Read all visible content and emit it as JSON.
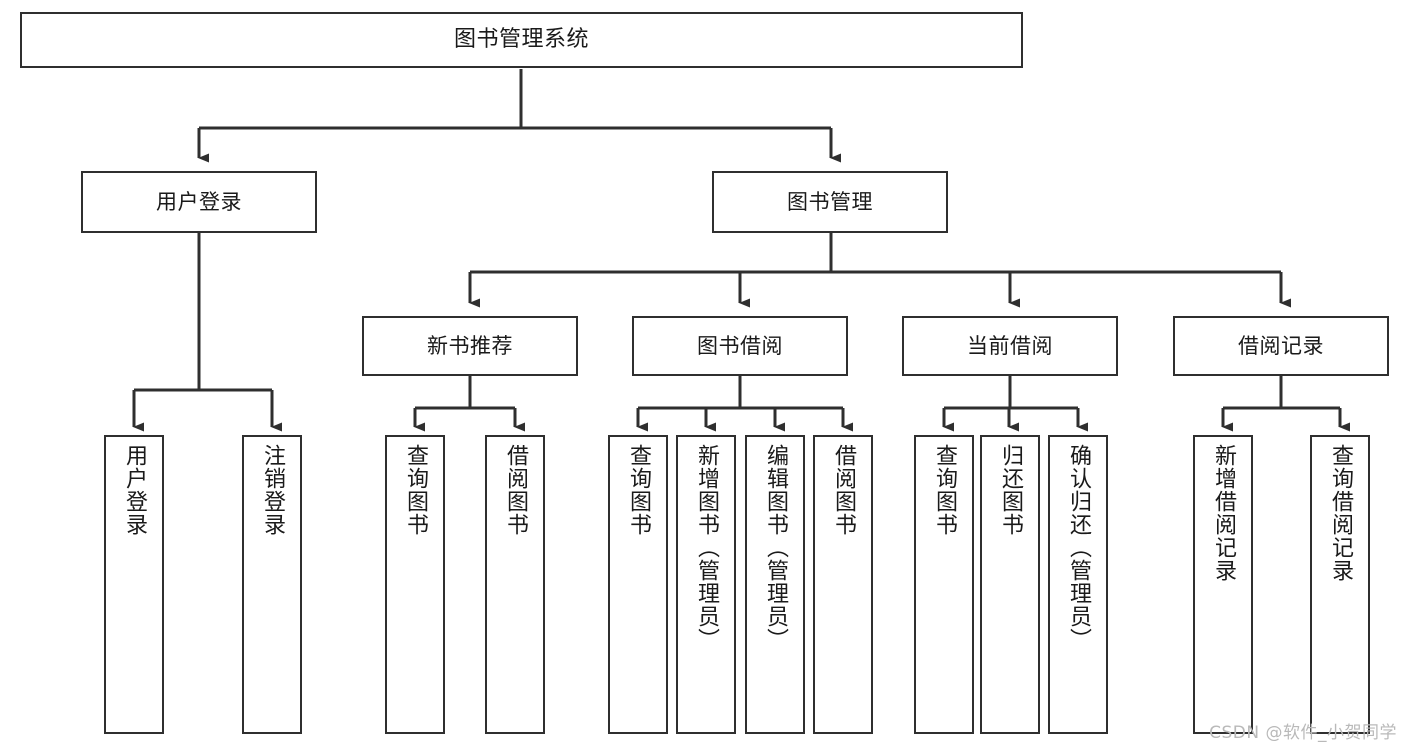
{
  "diagram": {
    "title": "图书管理系统",
    "watermark": "CSDN @软件_小贺同学",
    "colors": {
      "stroke": "#2f2f2f",
      "fill": "#ffffff",
      "text": "#1a1a1a",
      "watermark": "#b9b9b9"
    },
    "root": {
      "label": "图书管理系统"
    },
    "level2": [
      {
        "label": "用户登录"
      },
      {
        "label": "图书管理"
      }
    ],
    "level3": [
      {
        "label": "新书推荐"
      },
      {
        "label": "图书借阅"
      },
      {
        "label": "当前借阅"
      },
      {
        "label": "借阅记录"
      }
    ],
    "leaves": {
      "user_login": [
        {
          "label": "用户登录"
        },
        {
          "label": "注销登录"
        }
      ],
      "new_book_recommend": [
        {
          "label": "查询图书"
        },
        {
          "label": "借阅图书"
        }
      ],
      "book_borrow": [
        {
          "label": "查询图书"
        },
        {
          "label": "新增图书（管理员）"
        },
        {
          "label": "编辑图书（管理员）"
        },
        {
          "label": "借阅图书"
        }
      ],
      "current_borrow": [
        {
          "label": "查询图书"
        },
        {
          "label": "归还图书"
        },
        {
          "label": "确认归还（管理员）"
        }
      ],
      "borrow_record": [
        {
          "label": "新增借阅记录"
        },
        {
          "label": "查询借阅记录"
        }
      ]
    }
  }
}
